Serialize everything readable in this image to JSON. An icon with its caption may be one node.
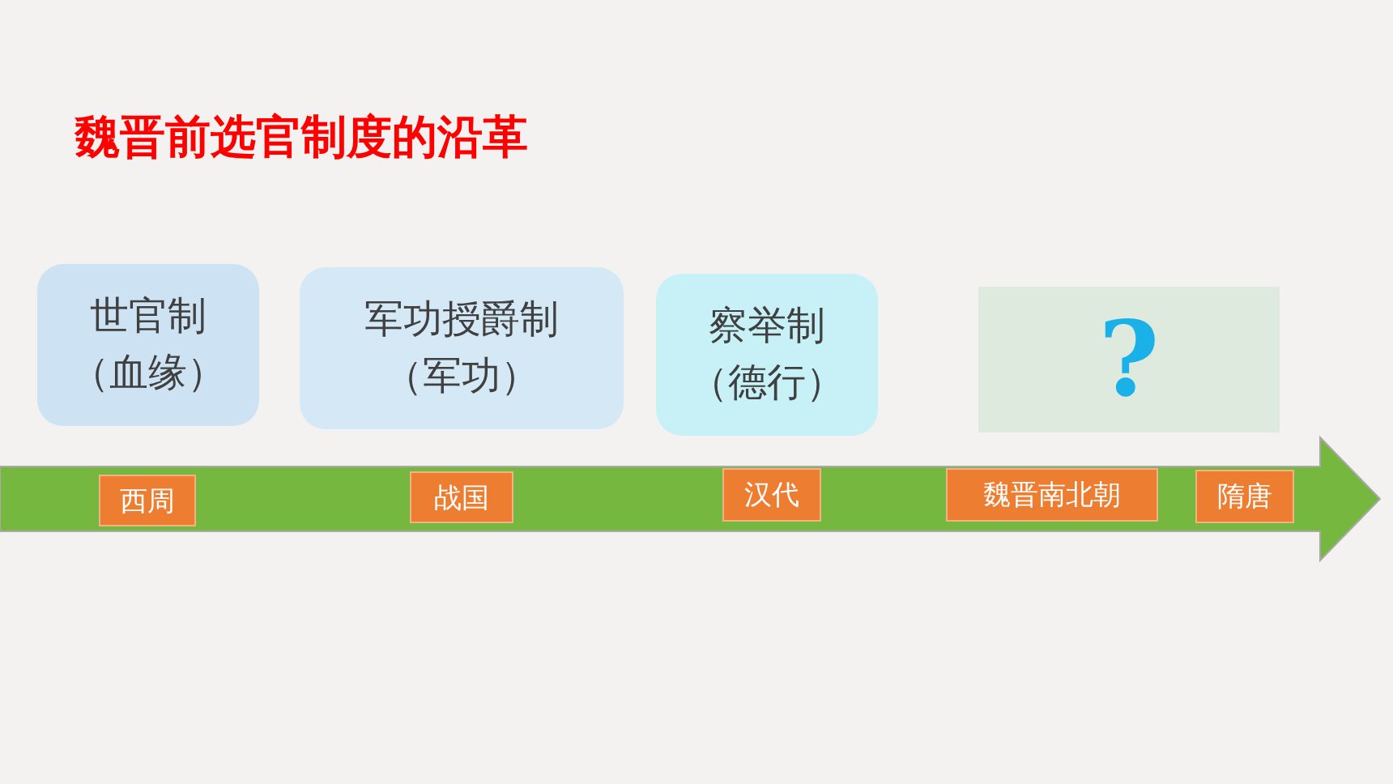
{
  "diagram": {
    "title": "魏晋前选官制度的沿革",
    "nodes": [
      {
        "text": [
          "世官制",
          "（血缘）"
        ]
      },
      {
        "text": [
          "军功授爵制",
          "（军功）"
        ]
      },
      {
        "text": [
          "察举制",
          "（德行）"
        ]
      },
      {
        "text": [
          "?"
        ]
      },
      {
        "text": [
          "西周"
        ]
      },
      {
        "text": [
          "战国"
        ]
      },
      {
        "text": [
          "汉代"
        ]
      },
      {
        "text": [
          "魏晋南北朝"
        ]
      },
      {
        "text": [
          "隋唐"
        ]
      }
    ]
  }
}
